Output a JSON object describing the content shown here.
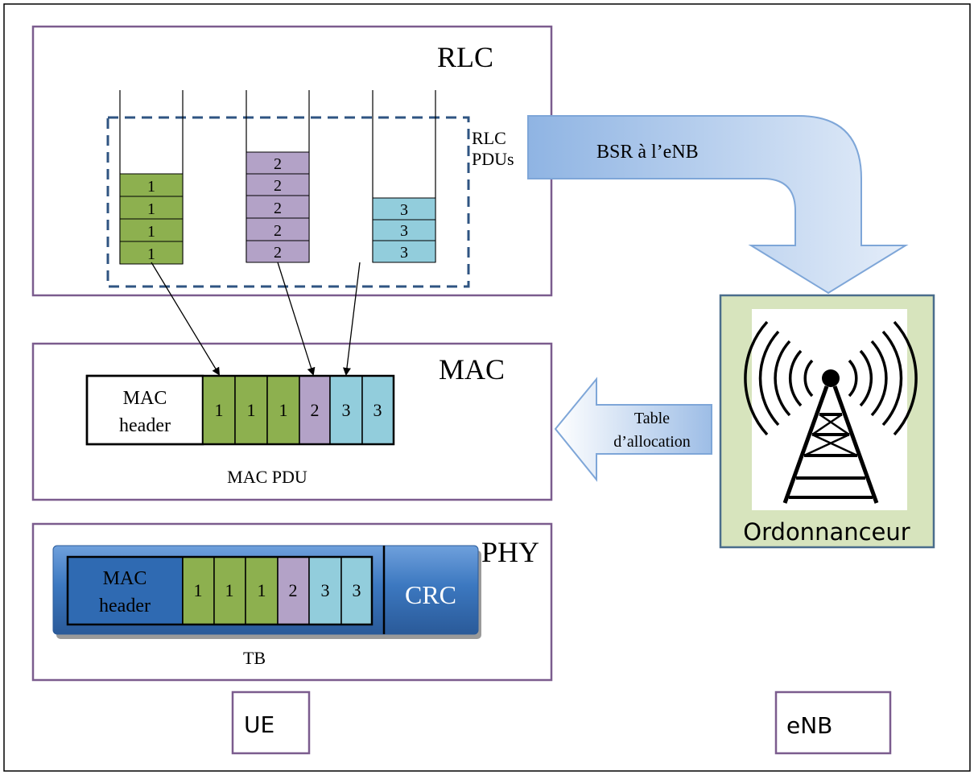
{
  "rlc": {
    "title": "RLC",
    "pdus_label_line1": "RLC",
    "pdus_label_line2": "PDUs",
    "queue1": [
      "1",
      "1",
      "1",
      "1"
    ],
    "queue2": [
      "2",
      "2",
      "2",
      "2",
      "2"
    ],
    "queue3": [
      "3",
      "3",
      "3"
    ]
  },
  "bsr_arrow": {
    "label": "BSR à l’eNB"
  },
  "mac": {
    "title": "MAC",
    "header_line1": "MAC",
    "header_line2": "header",
    "cells": [
      "1",
      "1",
      "1",
      "2",
      "3",
      "3"
    ],
    "pdu_label": "MAC PDU"
  },
  "allocation_arrow": {
    "line1": "Table",
    "line2": "d’allocation"
  },
  "phy": {
    "title": "PHY",
    "header_line1": "MAC",
    "header_line2": "header",
    "cells": [
      "1",
      "1",
      "1",
      "2",
      "3",
      "3"
    ],
    "crc_label": "CRC",
    "tb_label": "TB"
  },
  "scheduler": {
    "label": "Ordonnanceur",
    "icon": "antenna-tower-icon"
  },
  "ue_label": "UE",
  "enb_label": "eNB",
  "colors": {
    "box_border": "#7b5c8e",
    "queue1": "#8db04f",
    "queue2": "#b3a2c7",
    "queue3": "#92cddc",
    "dashed": "#2f5482",
    "arrow_fill": "#c6d9f1",
    "arrow_stroke": "#7ea6d8",
    "scheduler_bg": "#d7e4bd",
    "scheduler_border": "#4a6d8c",
    "tb_blue": "#3c78c0"
  }
}
